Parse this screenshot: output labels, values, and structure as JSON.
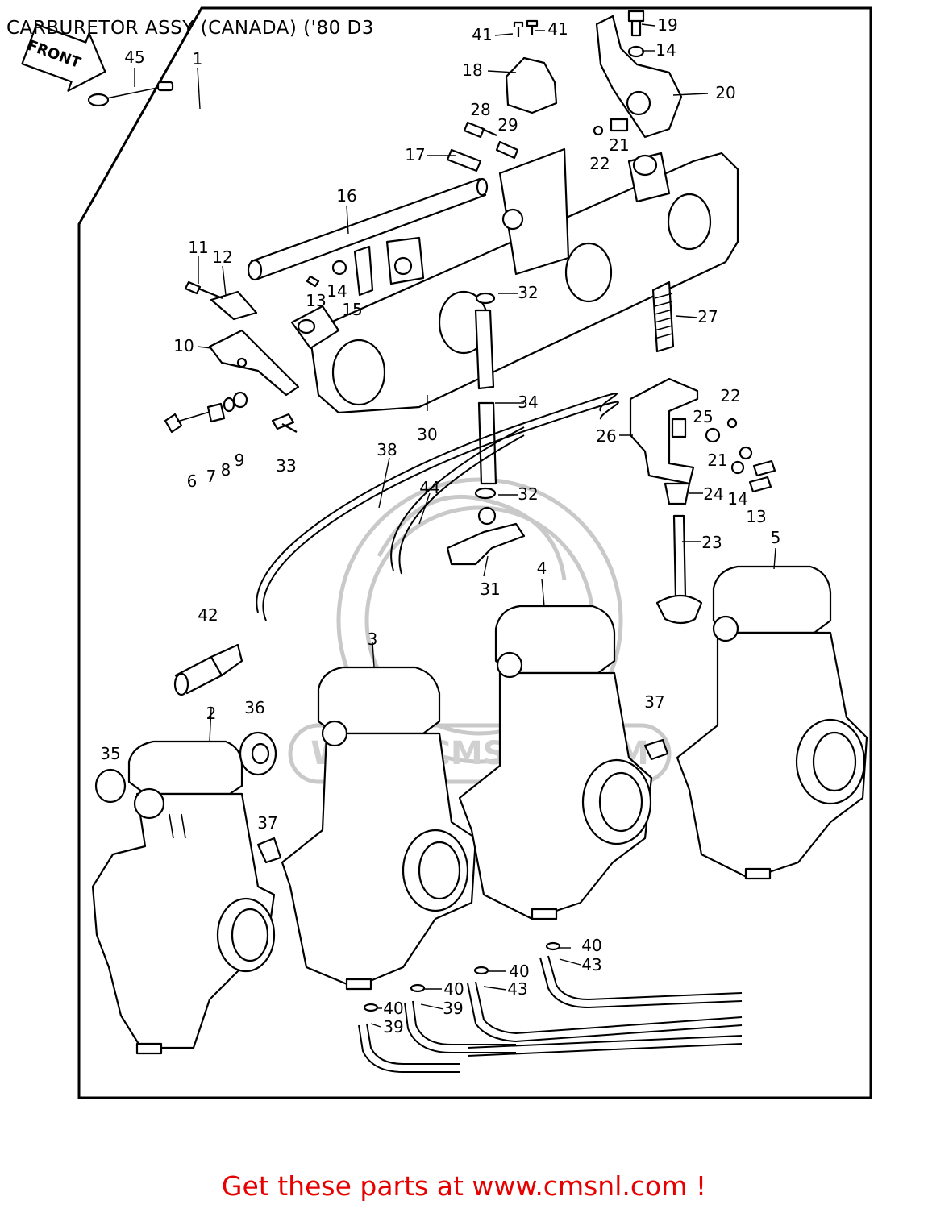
{
  "diagram": {
    "title": "CARBURETOR ASSY (CANADA) ('80 D3",
    "front_label": "FRONT",
    "watermark_text": "WWW.CMSNL.COM",
    "callouts": [
      "1",
      "2",
      "3",
      "4",
      "5",
      "6",
      "7",
      "8",
      "9",
      "10",
      "11",
      "12",
      "13",
      "14",
      "15",
      "16",
      "17",
      "18",
      "19",
      "20",
      "21",
      "22",
      "23",
      "24",
      "25",
      "26",
      "27",
      "28",
      "29",
      "30",
      "31",
      "32",
      "33",
      "34",
      "35",
      "36",
      "37",
      "38",
      "39",
      "40",
      "41",
      "42",
      "43",
      "44",
      "45"
    ]
  },
  "footer": {
    "link_text": "Get these parts at www.cmsnl.com !",
    "color": "#e60000"
  },
  "colors": {
    "line": "#000000",
    "background": "#ffffff",
    "watermark": "#cccccc"
  }
}
